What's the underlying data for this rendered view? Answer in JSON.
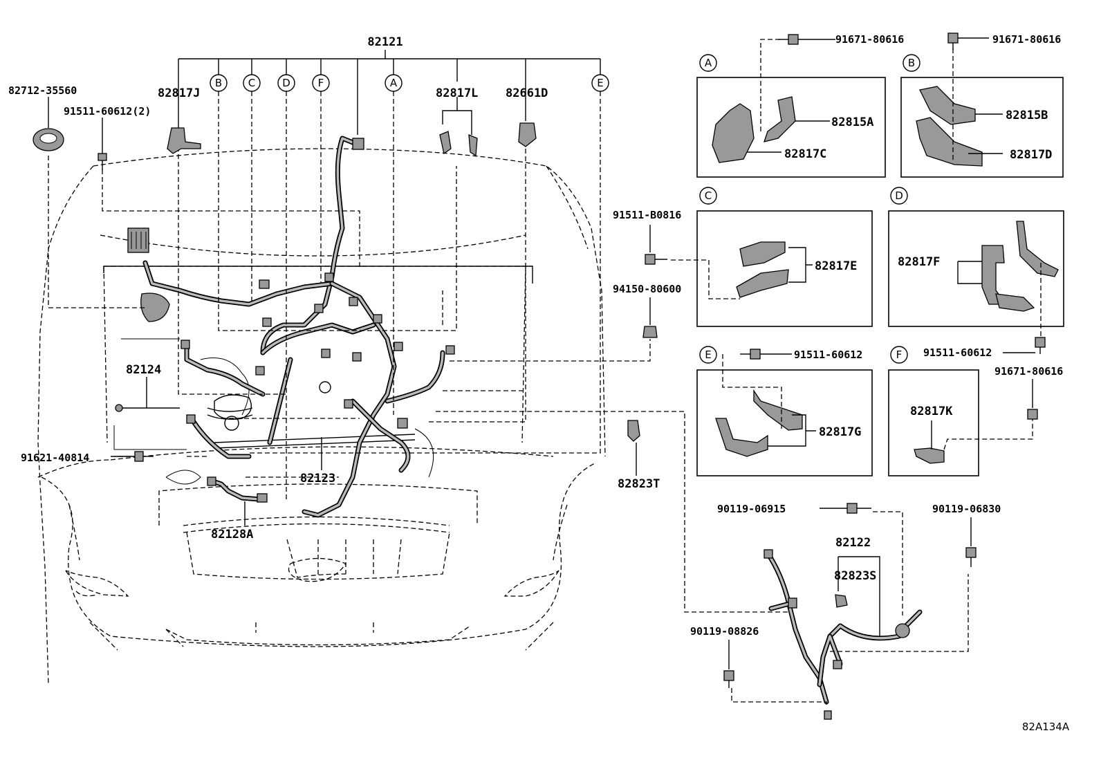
{
  "diagram_ref": "82A134A",
  "labels": {
    "main_harness": "82121",
    "l_82712": "82712-35560",
    "l_91511_2": "91511-60612(2)",
    "l_82817J": "82817J",
    "l_82817L": "82817L",
    "l_82661D": "82661D",
    "l_82124": "82124",
    "l_91621": "91621-40814",
    "l_82123": "82123",
    "l_82128A": "82128A",
    "l_82823T": "82823T",
    "l_91671_a": "91671-80616",
    "l_91671_b": "91671-80616",
    "l_82815A": "82815A",
    "l_82817C": "82817C",
    "l_82815B": "82815B",
    "l_82817D": "82817D",
    "l_91511_B0816": "91511-B0816",
    "l_94150": "94150-80600",
    "l_82817E": "82817E",
    "l_82817F": "82817F",
    "l_91511_e": "91511-60612",
    "l_91511_f": "91511-60612",
    "l_91671_c": "91671-80616",
    "l_82817G": "82817G",
    "l_82817K": "82817K",
    "l_90119_06915": "90119-06915",
    "l_90119_06830": "90119-06830",
    "l_82122": "82122",
    "l_82823S": "82823S",
    "l_90119_08826": "90119-08826"
  },
  "callouts": {
    "A": "A",
    "B": "B",
    "C": "C",
    "D": "D",
    "E": "E",
    "F": "F"
  }
}
